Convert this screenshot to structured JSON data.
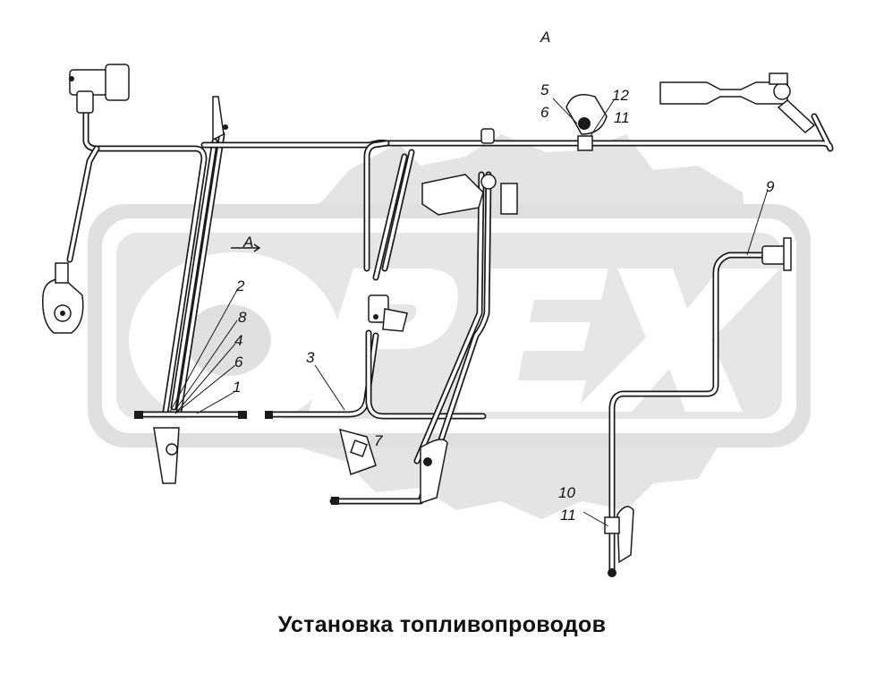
{
  "caption": "Установка топливопроводов",
  "watermark": {
    "text": "OPEX",
    "color": "#e2e2e2"
  },
  "view_labels": {
    "top": "A",
    "arrow": "A"
  },
  "callouts": {
    "c1": "1",
    "c2": "2",
    "c3": "3",
    "c4": "4",
    "c5": "5",
    "c6a": "6",
    "c6b": "6",
    "c7": "7",
    "c8": "8",
    "c9": "9",
    "c10": "10",
    "c11a": "11",
    "c11b": "11",
    "c12": "12"
  }
}
